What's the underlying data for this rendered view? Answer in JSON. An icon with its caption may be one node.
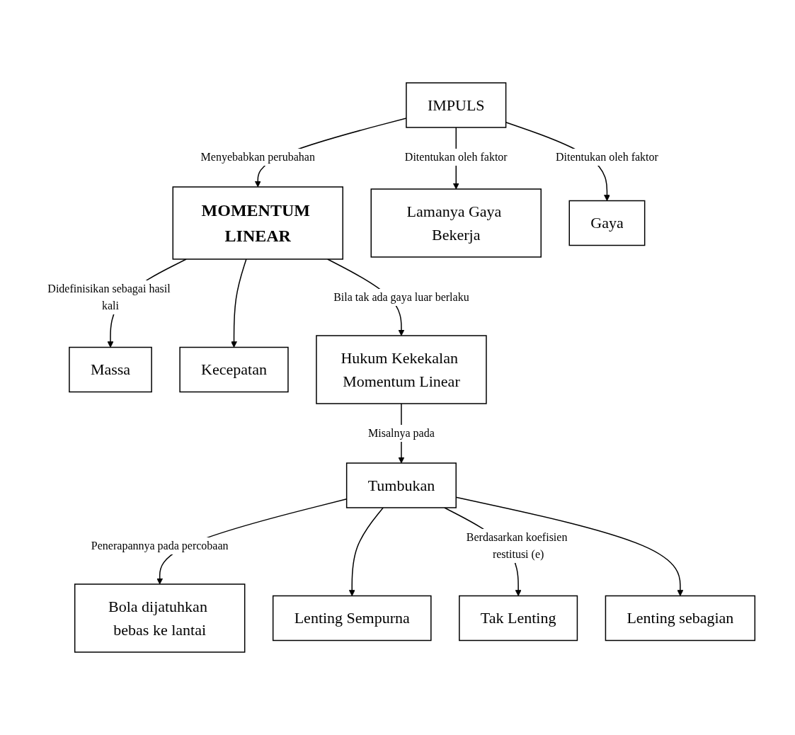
{
  "diagram": {
    "nodes": [
      {
        "text": [
          "MOMENTUM LINEAR"
        ]
      },
      {
        "text": [
          "IMPULS"
        ]
      },
      {
        "text": [
          "Lamanya Gaya Bekerja"
        ]
      },
      {
        "text": [
          "Gaya"
        ]
      },
      {
        "text": [
          "Massa"
        ]
      },
      {
        "text": [
          "Kecepatan"
        ]
      },
      {
        "text": [
          "Hukum Kekekalan Momentum Linear"
        ]
      },
      {
        "text": [
          "Tumbukan"
        ]
      },
      {
        "text": [
          "Bola dijatuhkan bebas ke lantai"
        ]
      },
      {
        "text": [
          "Lenting Sempurna"
        ]
      },
      {
        "text": [
          "Tak Lenting"
        ]
      },
      {
        "text": [
          "Lenting sebagian"
        ]
      }
    ],
    "edges": [
      {
        "from": 1,
        "to": 0,
        "arrow": "to",
        "label": "Menyebabkan perubahan"
      },
      {
        "from": 1,
        "to": 2,
        "arrow": "to",
        "label": "Ditentukan oleh faktor"
      },
      {
        "from": 1,
        "to": 3,
        "arrow": "to",
        "label": "Ditentukan oleh faktor"
      },
      {
        "from": 0,
        "to": 4,
        "arrow": "to",
        "label": "Didefinisikan sebagai hasil kali"
      },
      {
        "from": 0,
        "to": 5,
        "arrow": "to"
      },
      {
        "from": 0,
        "to": 6,
        "arrow": "to",
        "label": "Bila tak ada gaya luar berlaku"
      },
      {
        "from": 6,
        "to": 7,
        "arrow": "to",
        "label": "Misalnya pada"
      },
      {
        "from": 7,
        "to": 8,
        "arrow": "to",
        "label": "Penerapannya pada percobaan"
      },
      {
        "from": 7,
        "to": 9,
        "arrow": "to"
      },
      {
        "from": 7,
        "to": 10,
        "arrow": "to",
        "label": "Berdasarkan koefisien restitusi (e)"
      },
      {
        "from": 7,
        "to": 11,
        "arrow": "to"
      }
    ]
  }
}
